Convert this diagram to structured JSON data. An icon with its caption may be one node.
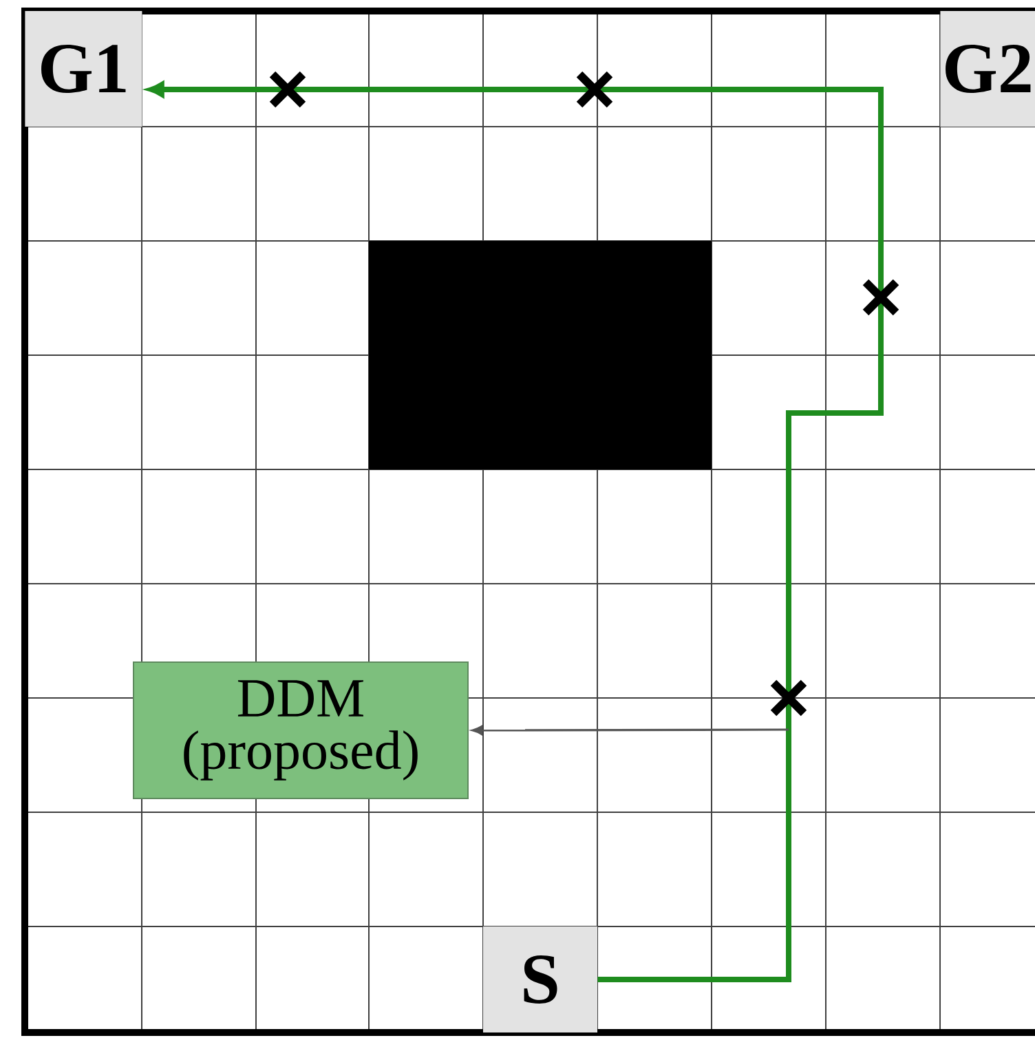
{
  "diagram": {
    "nodes": [
      {
        "text": [
          "G1"
        ]
      },
      {
        "text": [
          "G2"
        ]
      },
      {
        "text": [
          "S"
        ]
      },
      {
        "text": [
          "DDM (proposed)"
        ]
      }
    ],
    "edges": [
      {
        "from": 2,
        "to": 0,
        "arrow": "to",
        "style": "thick",
        "color": "#1e8c1e"
      },
      {
        "from": null,
        "to": 3,
        "arrow": "to",
        "color": "#555555"
      }
    ]
  }
}
